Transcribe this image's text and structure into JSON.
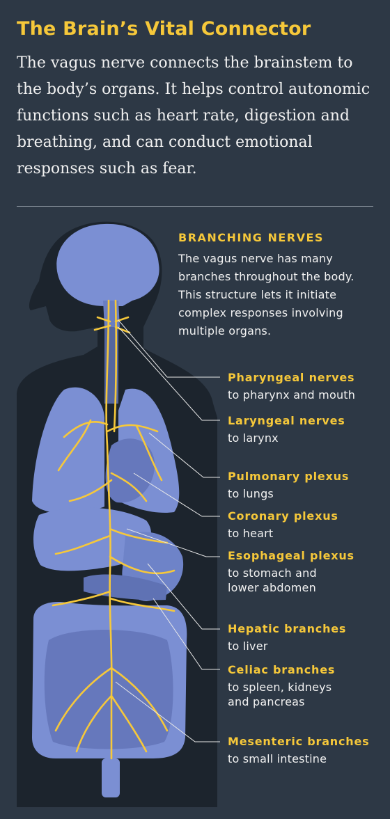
{
  "header": {
    "title": "The Brain’s Vital Connector",
    "intro": "The vagus nerve connects the brainstem to the body’s organs. It helps control autonomic functions such as heart rate, digestion and breathing, and can conduct emotional responses such as fear."
  },
  "callout": {
    "title": "BRANCHING NERVES",
    "body": "The vagus nerve has many branches throughout the body. This structure lets it initiate complex responses involving multiple organs."
  },
  "labels": [
    {
      "name": "Pharyngeal nerves",
      "desc": "to pharynx and mouth"
    },
    {
      "name": "Laryngeal nerves",
      "desc": "to larynx"
    },
    {
      "name": "Pulmonary plexus",
      "desc": "to lungs"
    },
    {
      "name": "Coronary plexus",
      "desc": "to heart"
    },
    {
      "name": "Esophageal plexus",
      "desc": "to stomach and\nlower abdomen"
    },
    {
      "name": "Hepatic branches",
      "desc": "to liver"
    },
    {
      "name": "Celiac branches",
      "desc": "to spleen, kidneys\nand pancreas"
    },
    {
      "name": "Mesenteric branches",
      "desc": "to small intestine"
    }
  ],
  "colors": {
    "background": "#2d3845",
    "silhouette": "#1c242d",
    "organ": "#7b8fd3",
    "nerve": "#f6c83a",
    "title": "#f6c83a"
  }
}
